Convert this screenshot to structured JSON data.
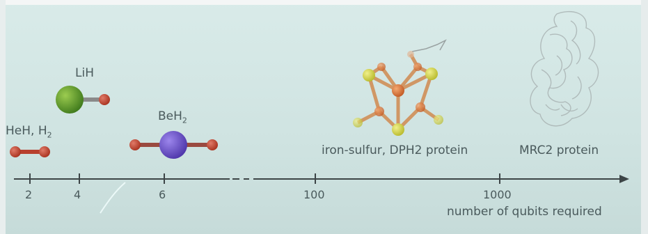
{
  "molecules": [
    {
      "id": "heh-h2",
      "label": "HeH, H",
      "sub": "2"
    },
    {
      "id": "lih",
      "label": "LiH",
      "sub": ""
    },
    {
      "id": "beh2",
      "label": "BeH",
      "sub": "2"
    },
    {
      "id": "iron-sulfur",
      "label": "iron-sulfur, DPH2 protein",
      "sub": ""
    },
    {
      "id": "mrc2",
      "label": "MRC2 protein",
      "sub": ""
    }
  ],
  "axis": {
    "ticks": [
      "2",
      "4",
      "6",
      "100",
      "1000"
    ],
    "title": "number of qubits required"
  },
  "colors": {
    "hydrogen": "#b8402e",
    "lithium": "#5c9a2a",
    "beryllium": "#6a4fc4",
    "iron": "#d9733a",
    "sulfur": "#d6d84a",
    "axis": "#3c4446"
  }
}
